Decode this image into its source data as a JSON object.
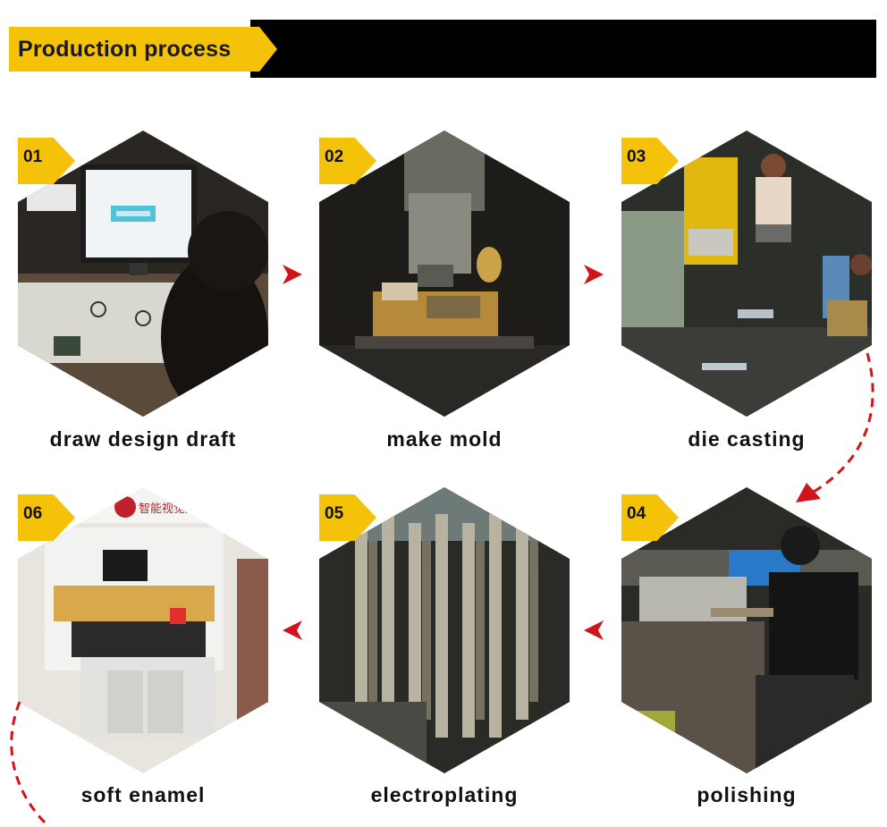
{
  "header": {
    "title": "Production process"
  },
  "steps": [
    {
      "num": "01",
      "label": "draw design draft"
    },
    {
      "num": "02",
      "label": "make mold"
    },
    {
      "num": "03",
      "label": "die casting"
    },
    {
      "num": "04",
      "label": "polishing"
    },
    {
      "num": "05",
      "label": "electroplating"
    },
    {
      "num": "06",
      "label": "soft enamel"
    }
  ],
  "photo_texts": {
    "machine_sign": "智能视觉点胶"
  },
  "colors": {
    "accent": "#f5c20a",
    "arrow": "#d0141a",
    "banner": "#000000"
  }
}
